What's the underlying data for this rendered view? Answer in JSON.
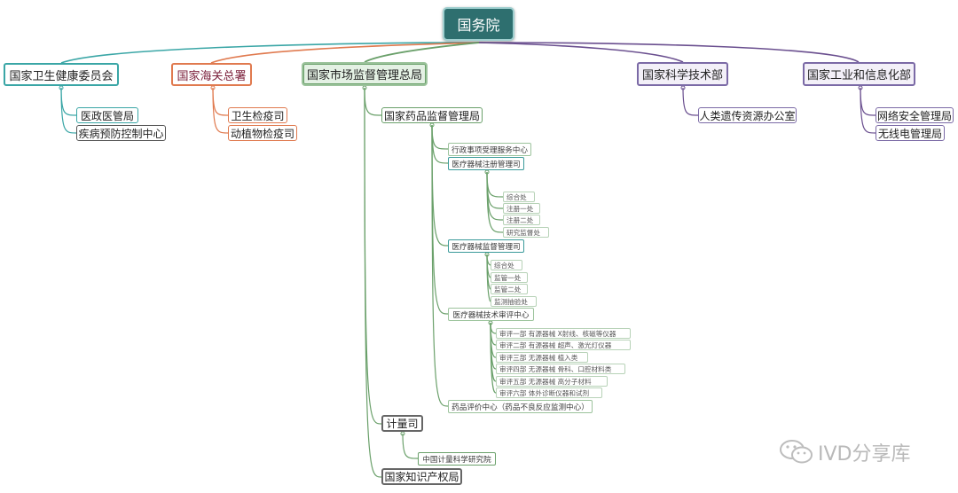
{
  "colors": {
    "root_fill": "#2e6f6f",
    "teal": "#3aa6a6",
    "orange": "#e07a4f",
    "green": "#6aa06a",
    "purple": "#6a4f8f",
    "watermark": "#b9b9b9"
  },
  "root": {
    "label": "国务院"
  },
  "branches": [
    {
      "id": "b1",
      "label": "国家卫生健康委员会",
      "color": "teal",
      "children": [
        {
          "label": "医政医管局"
        },
        {
          "label": "疾病预防控制中心"
        }
      ]
    },
    {
      "id": "b2",
      "label": "国家海关总署",
      "color": "orange",
      "children": [
        {
          "label": "卫生检疫司"
        },
        {
          "label": "动植物检疫司"
        }
      ]
    },
    {
      "id": "b3",
      "label": "国家市场监督管理总局",
      "color": "green",
      "children": [
        {
          "label": "国家药品监督管理局",
          "children": [
            {
              "label": "行政事项受理服务中心"
            },
            {
              "label": "医疗器械注册管理司",
              "children": [
                {
                  "label": "综合处"
                },
                {
                  "label": "注册一处"
                },
                {
                  "label": "注册二处"
                },
                {
                  "label": "研究监督处"
                }
              ]
            },
            {
              "label": "医疗器械监督管理司",
              "children": [
                {
                  "label": "综合处"
                },
                {
                  "label": "监管一处"
                },
                {
                  "label": "监管二处"
                },
                {
                  "label": "监测抽验处"
                }
              ]
            },
            {
              "label": "医疗器械技术审评中心",
              "children": [
                {
                  "label": "审评一部 有源器械 X射线、核磁等仪器"
                },
                {
                  "label": "审评二部 有源器械 超声、激光灯仪器"
                },
                {
                  "label": "审评三部 无源器械 植入类"
                },
                {
                  "label": "审评四部 无源器械 骨科、口腔材料类"
                },
                {
                  "label": "审评五部 无源器械 高分子材料"
                },
                {
                  "label": "审评六部 体外诊断仪器和试剂"
                }
              ]
            },
            {
              "label": "药品评价中心（药品不良反应监测中心）"
            }
          ]
        },
        {
          "label": "计量司",
          "children": [
            {
              "label": "中国计量科学研究院"
            }
          ]
        },
        {
          "label": "国家知识产权局"
        }
      ]
    },
    {
      "id": "b4",
      "label": "国家科学技术部",
      "color": "purple",
      "children": [
        {
          "label": "人类遗传资源办公室"
        }
      ]
    },
    {
      "id": "b5",
      "label": "国家工业和信息化部",
      "color": "purple",
      "children": [
        {
          "label": "网络安全管理局"
        },
        {
          "label": "无线电管理局"
        }
      ]
    }
  ],
  "watermark": {
    "text": "IVD分享库",
    "icon": "wechat-icon"
  }
}
